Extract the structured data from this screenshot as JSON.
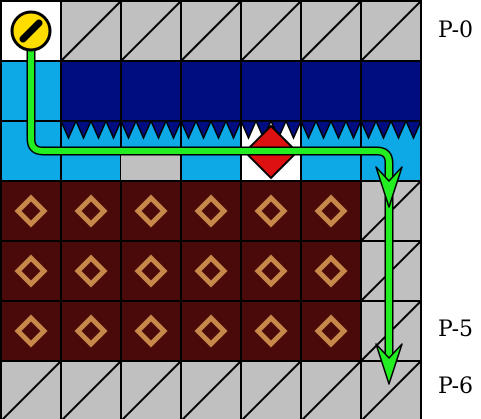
{
  "grid": {
    "cols": 7,
    "rows": 7,
    "cells": [
      [
        "start",
        "floor",
        "floor",
        "floor",
        "floor",
        "floor",
        "floor"
      ],
      [
        "water",
        "deep",
        "deep",
        "deep",
        "deep",
        "deep",
        "deep"
      ],
      [
        "water",
        "spikes",
        "spikes_floor",
        "spikes",
        "spikes_goal",
        "spikes",
        "spikes"
      ],
      [
        "crate",
        "crate",
        "crate",
        "crate",
        "crate",
        "crate",
        "floor"
      ],
      [
        "crate",
        "crate",
        "crate",
        "crate",
        "crate",
        "crate",
        "floor"
      ],
      [
        "crate",
        "crate",
        "crate",
        "crate",
        "crate",
        "crate",
        "floor"
      ],
      [
        "floor",
        "floor",
        "floor",
        "floor",
        "floor",
        "floor",
        "floor"
      ]
    ]
  },
  "row_labels": [
    {
      "text": "P-0",
      "row": 0
    },
    {
      "text": "P-5",
      "row": 5
    },
    {
      "text": "P-6",
      "row": 6
    }
  ],
  "player": {
    "row": 0,
    "col": 0,
    "icon": "token-icon"
  },
  "goal": {
    "row": 2,
    "col": 4,
    "icon": "red-diamond-icon"
  },
  "path": {
    "cells": [
      [
        0,
        0
      ],
      [
        2,
        0
      ],
      [
        2,
        6
      ],
      [
        6,
        6
      ]
    ],
    "color": "#22ee22"
  },
  "colors": {
    "floor": "#c0c0c0",
    "water": "#0da9e6",
    "deep": "#000d80",
    "crate": "#4a0a0a",
    "crate_mark": "#c8884a",
    "token": "#ffdd00",
    "goal": "#dd1111",
    "white": "#ffffff"
  }
}
